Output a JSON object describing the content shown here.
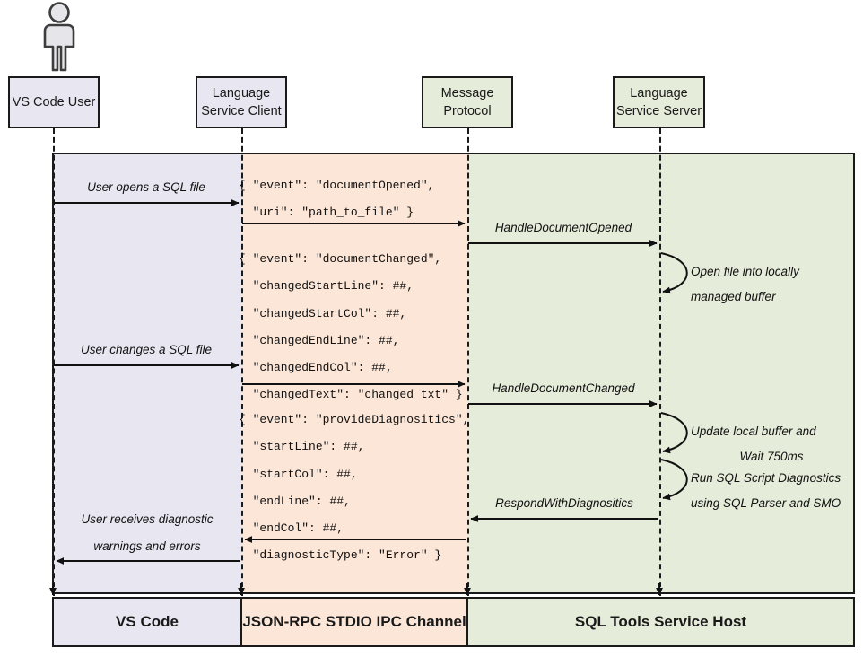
{
  "diagram": {
    "title": "SQL Tools Service language service sequence diagram",
    "colors": {
      "lavender": "#e8e6f0",
      "peach": "#fbe6d8",
      "green": "#e6ecda",
      "stroke": "#1a1a1a"
    }
  },
  "actor": {
    "icon": "person-icon",
    "label": "VS Code User"
  },
  "participants": [
    {
      "id": "vscode-user",
      "line1": "VS Code User",
      "line2": "",
      "fill": "lavender"
    },
    {
      "id": "language-service-client",
      "line1": "Language",
      "line2": "Service Client",
      "fill": "lavender"
    },
    {
      "id": "message-protocol",
      "line1": "Message",
      "line2": "Protocol",
      "fill": "green"
    },
    {
      "id": "language-service-server",
      "line1": "Language",
      "line2": "Service Server",
      "fill": "green"
    }
  ],
  "messages": {
    "user_opens": "User opens a SQL file",
    "user_changes": "User changes a SQL file",
    "user_receives_line1": "User receives diagnostic",
    "user_receives_line2": "warnings and errors",
    "handle_document_opened": "HandleDocumentOpened",
    "handle_document_changed": "HandleDocumentChanged",
    "respond_with_diagnositics": "RespondWithDiagnositics"
  },
  "code_blocks": {
    "document_opened": "{ \"event\": \"documentOpened\",\n  \"uri\": \"path_to_file\" }",
    "document_changed": "{ \"event\": \"documentChanged\",\n  \"changedStartLine\": ##,\n  \"changedStartCol\": ##,\n  \"changedEndLine\": ##,\n  \"changedEndCol\": ##,\n  \"changedText\": \"changed txt\" }",
    "provide_diagnositics": "{ \"event\": \"provideDiagnositics\",\n  \"startLine\": ##,\n  \"startCol\": ##,\n  \"endLine\": ##,\n  \"endCol\": ##,\n  \"diagnosticType\": \"Error\" }"
  },
  "notes": {
    "open_file_line1": "Open file into locally",
    "open_file_line2": "managed buffer",
    "update_buffer_line1": "Update local buffer and",
    "update_buffer_line2": "Wait 750ms",
    "run_diagnostics_line1": "Run SQL Script Diagnostics",
    "run_diagnostics_line2": "using SQL Parser and SMO"
  },
  "footer": [
    {
      "id": "vs-code",
      "label": "VS Code",
      "fill": "lavender"
    },
    {
      "id": "json-rpc-channel",
      "label": "JSON-RPC STDIO IPC Channel",
      "fill": "peach"
    },
    {
      "id": "sql-tools-service-host",
      "label": "SQL Tools Service Host",
      "fill": "green"
    }
  ]
}
